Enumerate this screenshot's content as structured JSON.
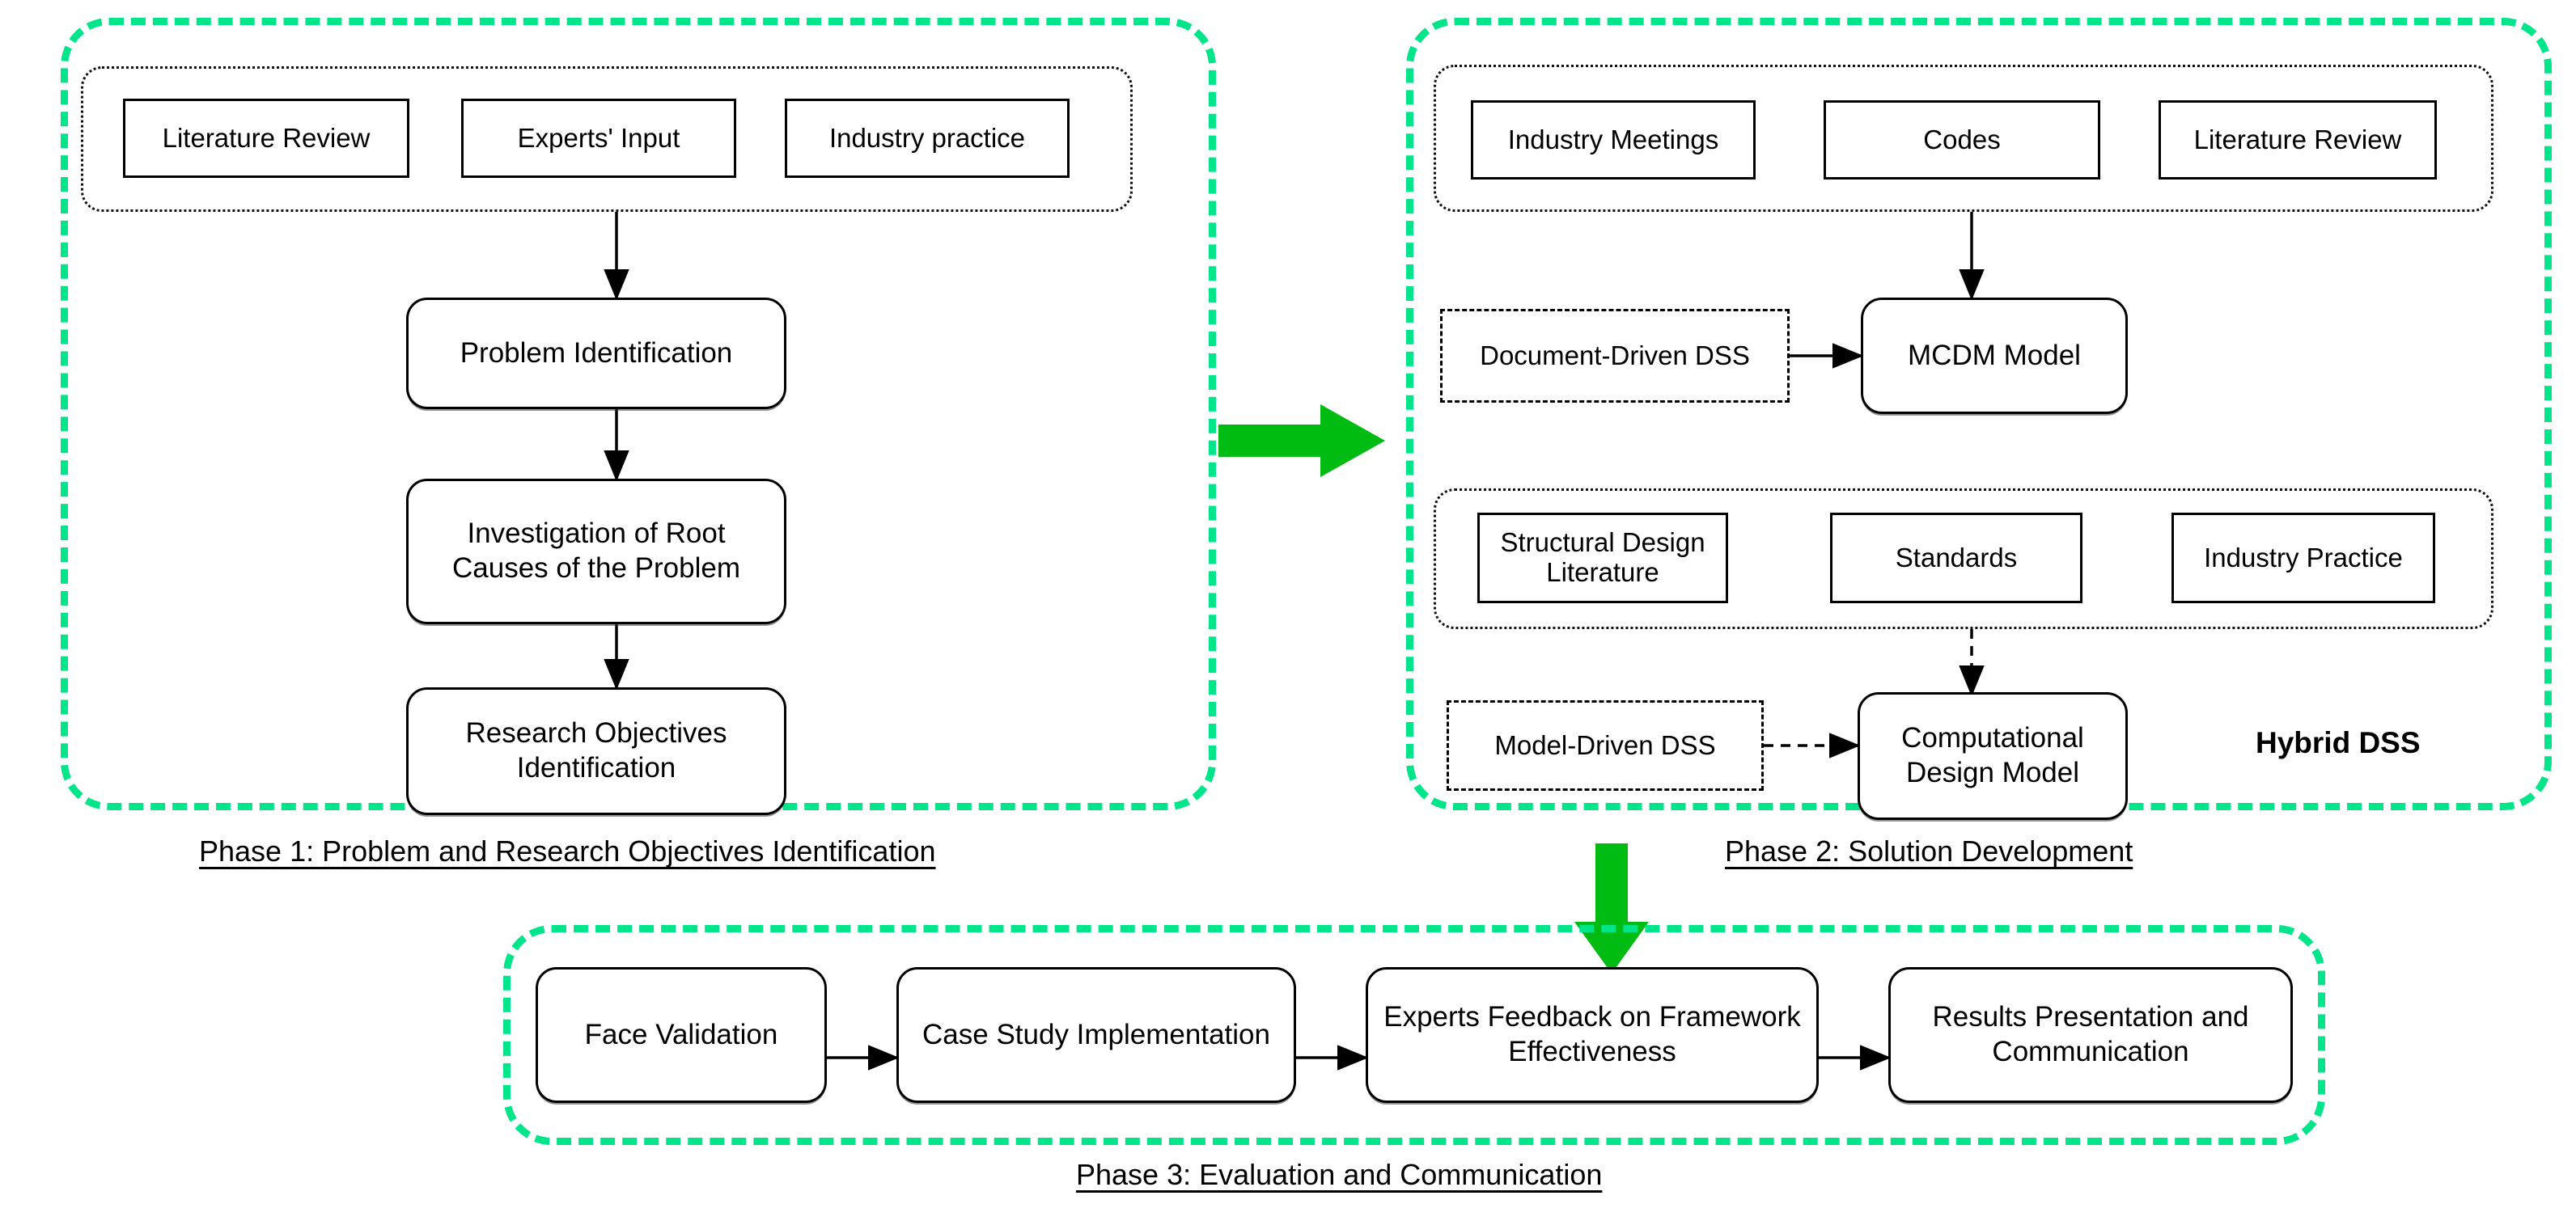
{
  "diagram": {
    "title": "Three-phase research framework with Hybrid DSS",
    "accent_green": "#00e58a",
    "arrow_green": "#00bb11",
    "stroke_black": "#000000"
  },
  "phase1": {
    "caption": "Phase 1: Problem and Research Objectives Identification",
    "sources": [
      {
        "label": "Literature Review"
      },
      {
        "label": "Experts' Input"
      },
      {
        "label": "Industry practice"
      }
    ],
    "steps": [
      {
        "label": "Problem Identification"
      },
      {
        "label": "Investigation of Root Causes of the Problem"
      },
      {
        "label": "Research Objectives Identification"
      }
    ]
  },
  "phase2": {
    "caption": "Phase 2: Solution Development",
    "hybrid_label": "Hybrid DSS",
    "sources_top": [
      {
        "label": "Industry Meetings"
      },
      {
        "label": "Codes"
      },
      {
        "label": "Literature Review"
      }
    ],
    "sources_bottom": [
      {
        "label": "Structural Design Literature"
      },
      {
        "label": "Standards"
      },
      {
        "label": "Industry Practice"
      }
    ],
    "dss_top": {
      "label": "Document-Driven DSS"
    },
    "dss_bottom": {
      "label": "Model-Driven DSS"
    },
    "model_top": {
      "label": "MCDM Model"
    },
    "model_bottom": {
      "label": "Computational Design Model"
    }
  },
  "phase3": {
    "caption": "Phase 3: Evaluation and Communication",
    "steps": [
      {
        "label": "Face Validation"
      },
      {
        "label": "Case Study Implementation"
      },
      {
        "label": "Experts Feedback on Framework Effectiveness"
      },
      {
        "label": "Results Presentation and Communication"
      }
    ]
  },
  "connectors": {
    "phase1_to_phase2": "green-right-arrow",
    "phase2_to_phase3": "green-down-arrow"
  }
}
